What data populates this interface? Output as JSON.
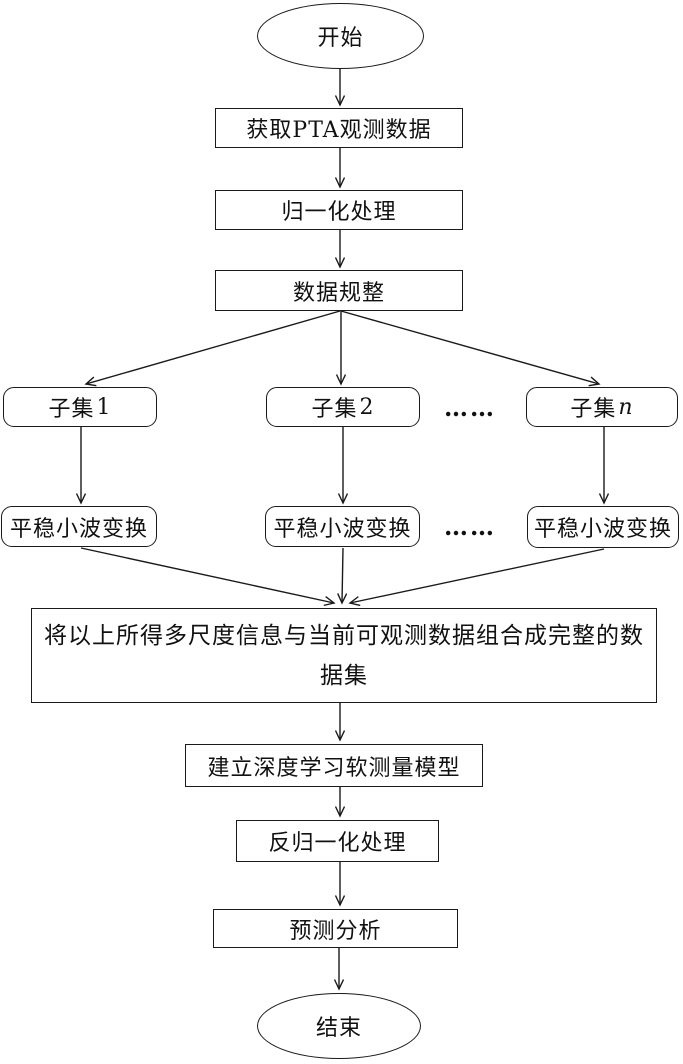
{
  "flowchart": {
    "nodes": {
      "start": "开始",
      "acquire": "获取PTA观测数据",
      "normalize": "归一化处理",
      "regularize": "数据规整",
      "swt": "平稳小波变换",
      "combine": "将以上所得多尺度信息与当前可观测数据组合成完整的数据集",
      "model": "建立深度学习软测量模型",
      "denormalize": "反归一化处理",
      "predict": "预测分析",
      "end": "结束"
    },
    "subsets": [
      {
        "prefix": "子集",
        "index": "1"
      },
      {
        "prefix": "子集",
        "index": "2"
      },
      {
        "prefix": "子集",
        "index": "n"
      }
    ],
    "ellipsis": "……",
    "edges": [
      {
        "from": "start",
        "to": "acquire"
      },
      {
        "from": "acquire",
        "to": "normalize"
      },
      {
        "from": "normalize",
        "to": "regularize"
      },
      {
        "from": "regularize",
        "to": "subset-1"
      },
      {
        "from": "regularize",
        "to": "subset-2"
      },
      {
        "from": "regularize",
        "to": "subset-n"
      },
      {
        "from": "subset-1",
        "to": "swt-1"
      },
      {
        "from": "subset-2",
        "to": "swt-2"
      },
      {
        "from": "subset-n",
        "to": "swt-n"
      },
      {
        "from": "swt-1",
        "to": "combine"
      },
      {
        "from": "swt-2",
        "to": "combine"
      },
      {
        "from": "swt-n",
        "to": "combine"
      },
      {
        "from": "combine",
        "to": "model"
      },
      {
        "from": "model",
        "to": "denormalize"
      },
      {
        "from": "denormalize",
        "to": "predict"
      },
      {
        "from": "predict",
        "to": "end"
      }
    ],
    "colors": {
      "stroke": "#1a1a1a",
      "background": "#ffffff"
    }
  }
}
